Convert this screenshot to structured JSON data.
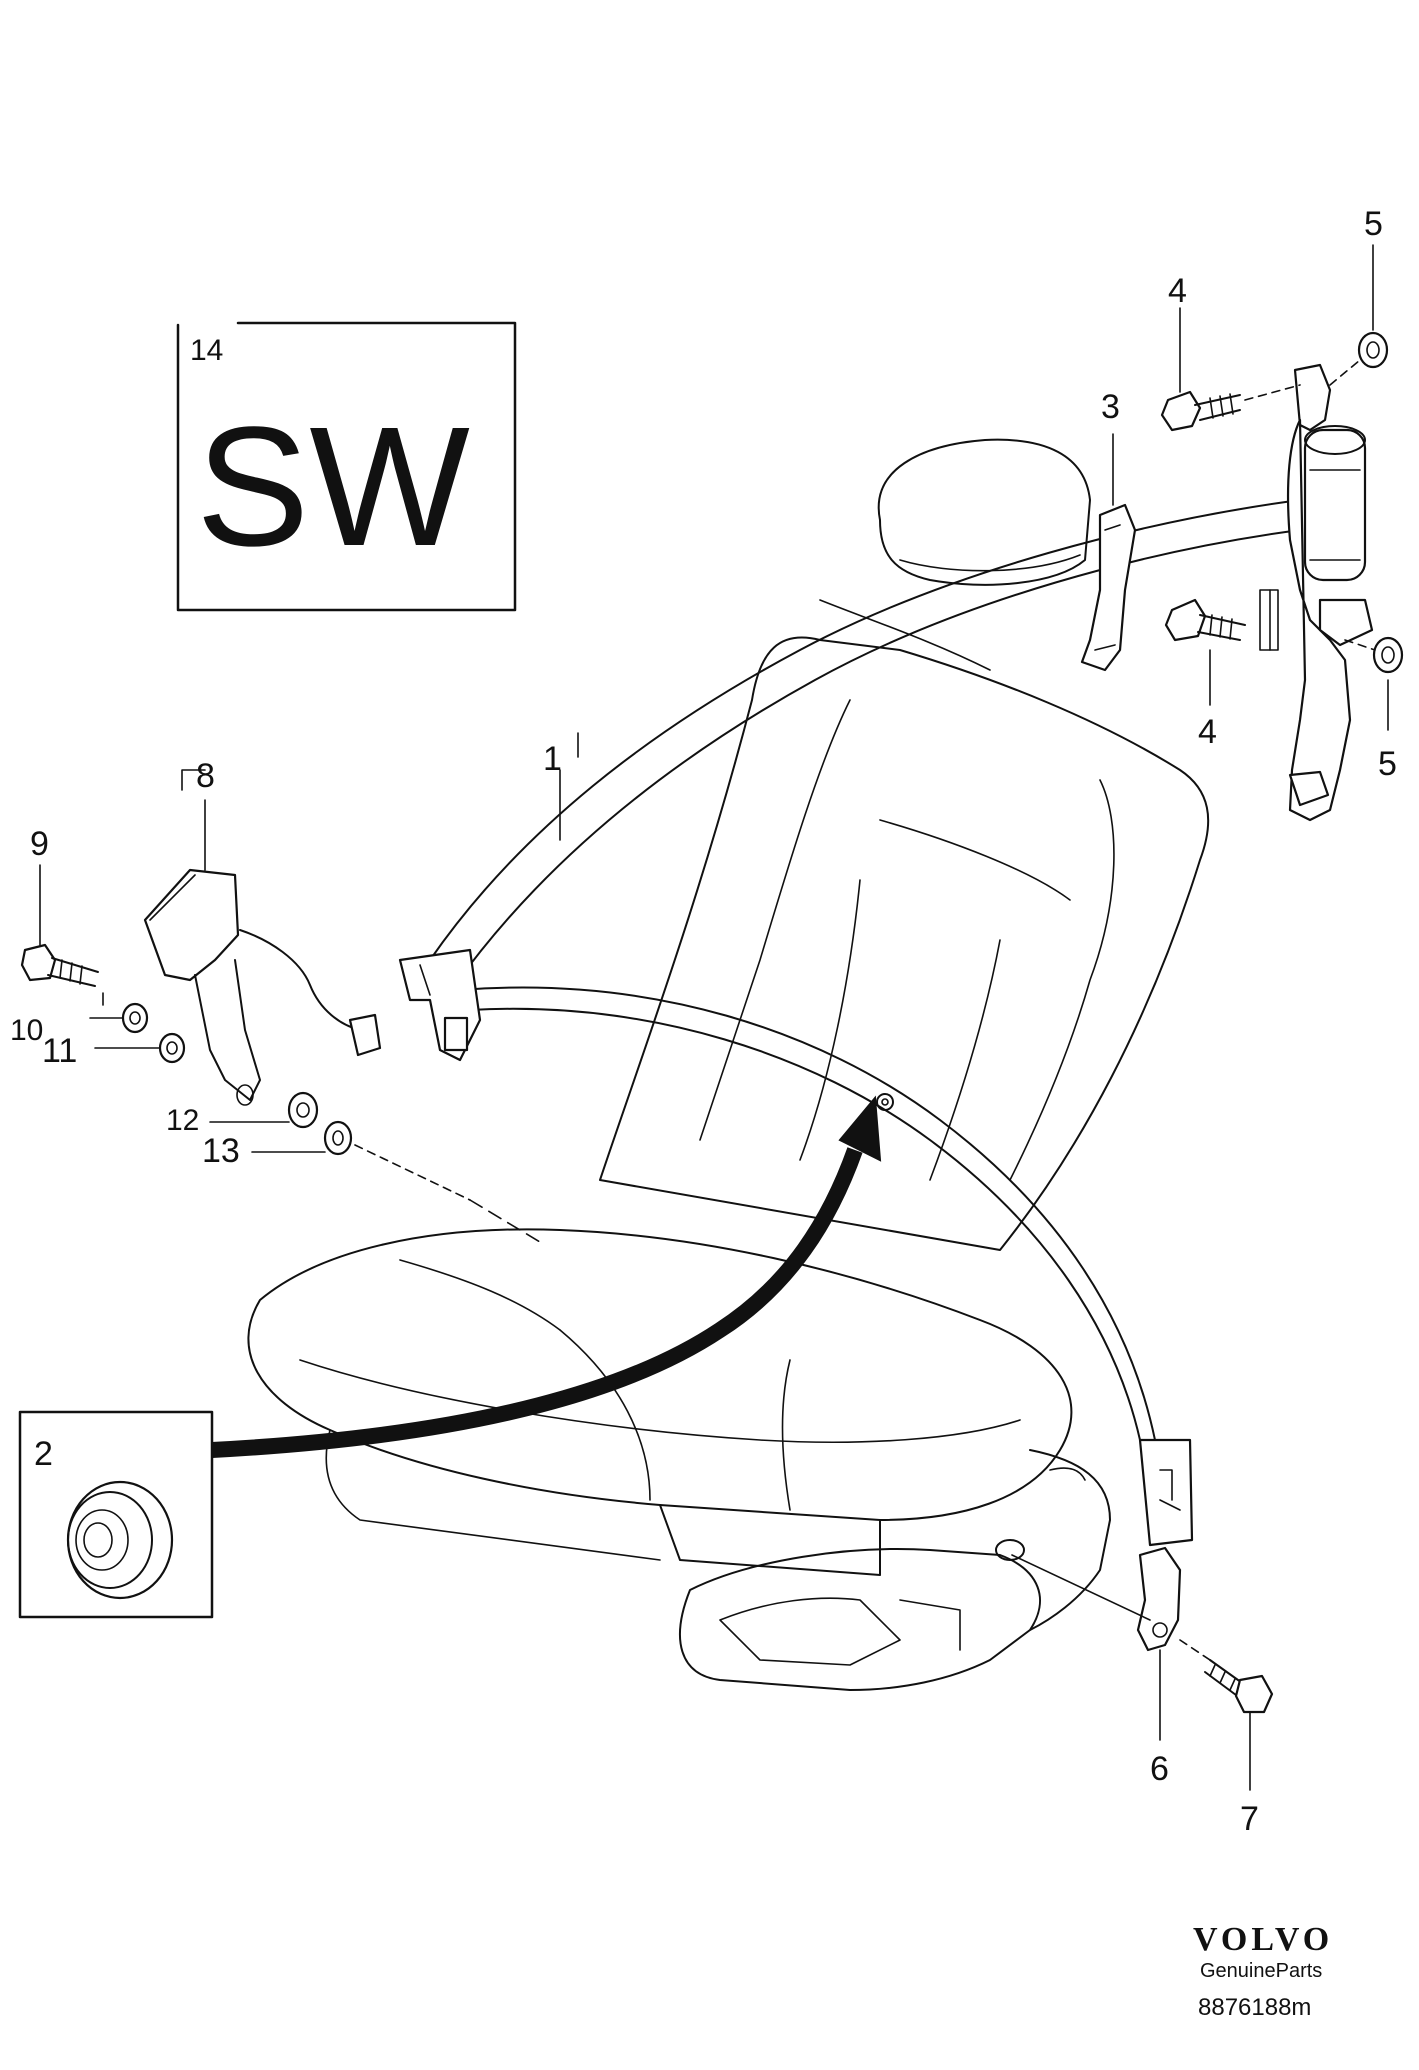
{
  "diagram": {
    "callouts": {
      "c1": "1",
      "c2": "2",
      "c3": "3",
      "c4a": "4",
      "c4b": "4",
      "c5a": "5",
      "c5b": "5",
      "c6": "6",
      "c7": "7",
      "c8": "8",
      "c9": "9",
      "c10": "10",
      "c11": "11",
      "c12": "12",
      "c13": "13",
      "c14": "14"
    },
    "variant_box": {
      "label": "SW"
    }
  },
  "footer": {
    "brand": "VOLVO",
    "tagline": "GenuineParts",
    "diagram_code": "8876188m"
  }
}
